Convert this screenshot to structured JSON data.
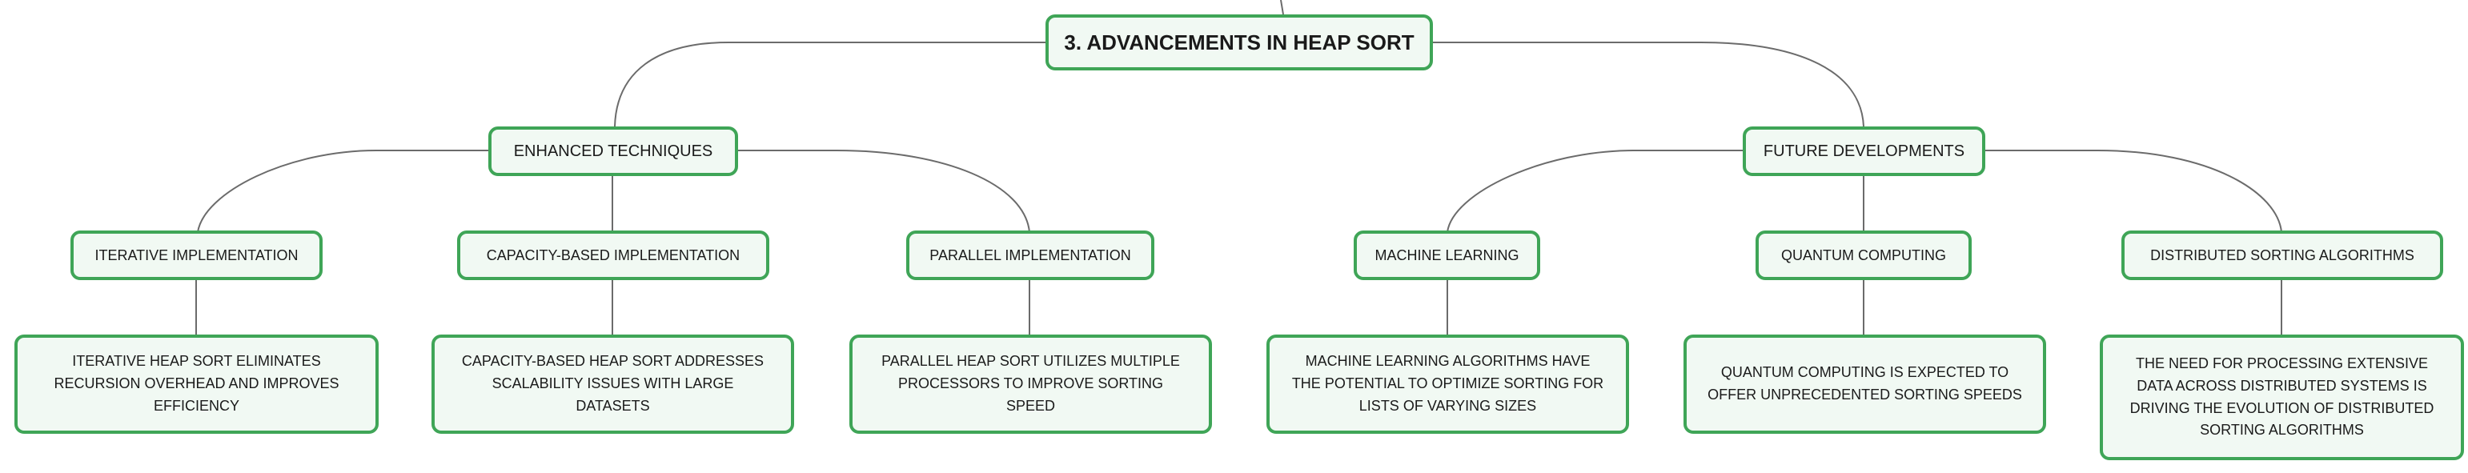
{
  "colors": {
    "border": "#3fa557",
    "fill": "#f1f9f3",
    "line": "#6b6b6b",
    "text": "#1a1a1a"
  },
  "root": {
    "label": "3. ADVANCEMENTS IN HEAP SORT"
  },
  "branches": [
    {
      "label": "ENHANCED TECHNIQUES",
      "children": [
        {
          "label": "ITERATIVE IMPLEMENTATION",
          "detail": "ITERATIVE HEAP SORT ELIMINATES RECURSION OVERHEAD AND IMPROVES EFFICIENCY"
        },
        {
          "label": "CAPACITY-BASED IMPLEMENTATION",
          "detail": "CAPACITY-BASED HEAP SORT ADDRESSES SCALABILITY ISSUES WITH LARGE DATASETS"
        },
        {
          "label": "PARALLEL IMPLEMENTATION",
          "detail": "PARALLEL HEAP SORT UTILIZES MULTIPLE PROCESSORS TO IMPROVE SORTING SPEED"
        }
      ]
    },
    {
      "label": "FUTURE DEVELOPMENTS",
      "children": [
        {
          "label": "MACHINE LEARNING",
          "detail": "MACHINE LEARNING ALGORITHMS HAVE THE POTENTIAL TO OPTIMIZE SORTING FOR LISTS OF VARYING SIZES"
        },
        {
          "label": "QUANTUM COMPUTING",
          "detail": "QUANTUM COMPUTING IS EXPECTED TO OFFER UNPRECEDENTED SORTING SPEEDS"
        },
        {
          "label": "DISTRIBUTED SORTING ALGORITHMS",
          "detail": "THE NEED FOR PROCESSING EXTENSIVE DATA ACROSS DISTRIBUTED SYSTEMS IS DRIVING THE EVOLUTION OF DISTRIBUTED SORTING ALGORITHMS"
        }
      ]
    }
  ]
}
